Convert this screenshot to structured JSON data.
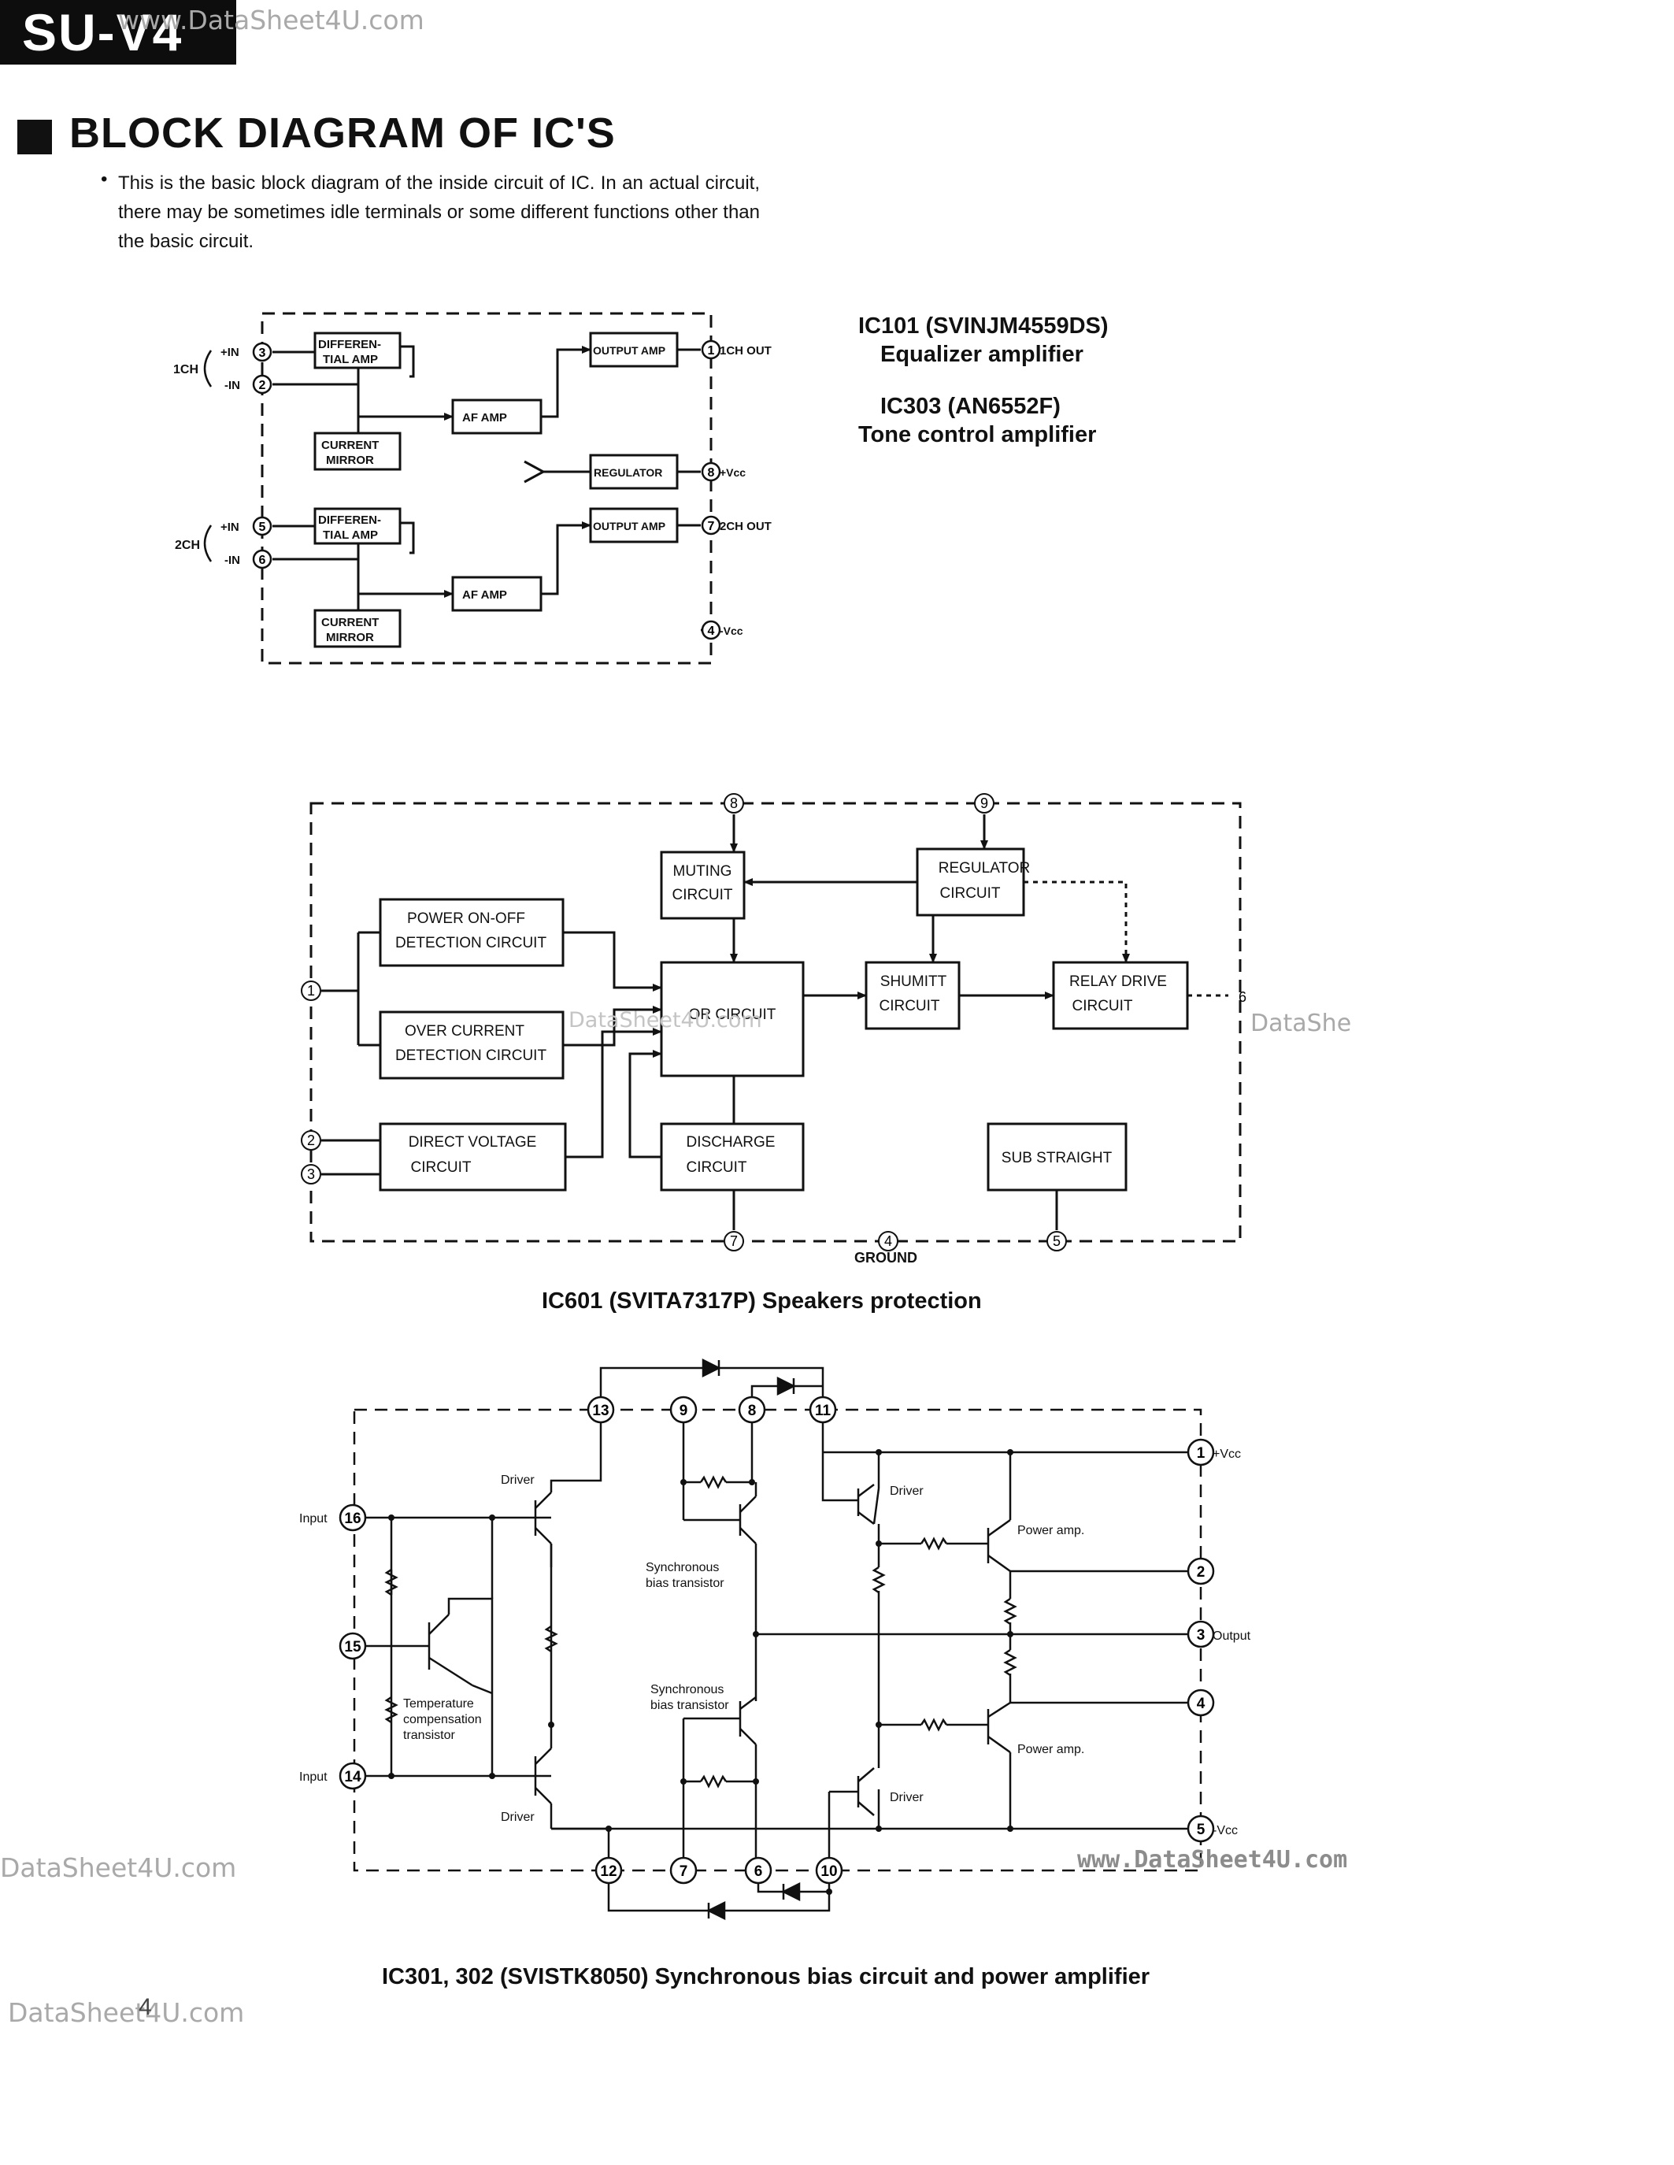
{
  "header": {
    "model": "SU-V4",
    "watermark_top": "www.DataSheet4U.com"
  },
  "section": {
    "title": "BLOCK DIAGRAM OF IC'S",
    "bullet": "•",
    "intro": "This is the basic block diagram of the inside circuit of IC.  In an actual circuit, there may be sometimes idle terminals or some different functions other than the basic circuit."
  },
  "ic101": {
    "part": "IC101 (SVINJM4559DS)",
    "function": "Equalizer amplifier",
    "part2": "IC303 (AN6552F)",
    "function2": "Tone control amplifier",
    "blocks": {
      "diff_amp": [
        "DIFFEREN-",
        "TIAL AMP"
      ],
      "output_amp": "OUTPUT AMP",
      "af_amp": "AF  AMP",
      "current_mirror": [
        "CURRENT",
        "MIRROR"
      ],
      "regulator": "REGULATOR"
    },
    "labels": {
      "ch1": "1CH",
      "ch2": "2CH",
      "plus_in": "+IN",
      "minus_in": "-IN",
      "out1": "1CH OUT",
      "out2": "2CH OUT",
      "vcc_pos": "+Vcc",
      "vcc_neg": "-Vcc"
    },
    "pins": {
      "p1": "1",
      "p2": "2",
      "p3": "3",
      "p4": "4",
      "p5": "5",
      "p6": "6",
      "p7": "7",
      "p8": "8"
    }
  },
  "ic601": {
    "caption": "IC601 (SVITA7317P) Speakers protection",
    "blocks": {
      "muting": [
        "MUTING",
        "CIRCUIT"
      ],
      "regulator": [
        "REGULATOR",
        "CIRCUIT"
      ],
      "power_detect": [
        "POWER ON-OFF",
        "DETECTION CIRCUIT"
      ],
      "over_current": [
        "OVER CURRENT",
        "DETECTION CIRCUIT"
      ],
      "or_circuit": "OR CIRCUIT",
      "shumitt": [
        "SHUMITT",
        "CIRCUIT"
      ],
      "relay_drive": [
        "RELAY DRIVE",
        "CIRCUIT"
      ],
      "direct_voltage": [
        "DIRECT VOLTAGE",
        "CIRCUIT"
      ],
      "discharge": [
        "DISCHARGE",
        "CIRCUIT"
      ],
      "sub_straight": "SUB STRAIGHT"
    },
    "ground": "GROUND",
    "pins": {
      "p1": "1",
      "p2": "2",
      "p3": "3",
      "p4": "4",
      "p5": "5",
      "p6": "6",
      "p7": "7",
      "p8": "8",
      "p9": "9"
    }
  },
  "ic301": {
    "caption": "IC301, 302 (SVISTK8050) Synchronous bias circuit and power amplifier",
    "labels": {
      "input": "Input",
      "driver": "Driver",
      "sync_bias": [
        "Synchronous",
        "bias transistor"
      ],
      "temp_comp": [
        "Temperature",
        "compensation",
        "transistor"
      ],
      "power_amp": "Power amp.",
      "output": "Output",
      "vcc_pos": "+Vcc",
      "vcc_neg": "-Vcc"
    },
    "pins": {
      "p1": "1",
      "p2": "2",
      "p3": "3",
      "p4": "4",
      "p5": "5",
      "p6": "6",
      "p7": "7",
      "p8": "8",
      "p9": "9",
      "p10": "10",
      "p11": "11",
      "p12": "12",
      "p13": "13",
      "p14": "14",
      "p15": "15",
      "p16": "16"
    }
  },
  "watermarks": {
    "mid_right": "DataShe",
    "mid_center": "DataSheet4U.com",
    "left": "DataSheet4U.com",
    "right": "www.DataSheet4U.com",
    "bottom": "DataSheet4U.com",
    "page_num": "4"
  }
}
